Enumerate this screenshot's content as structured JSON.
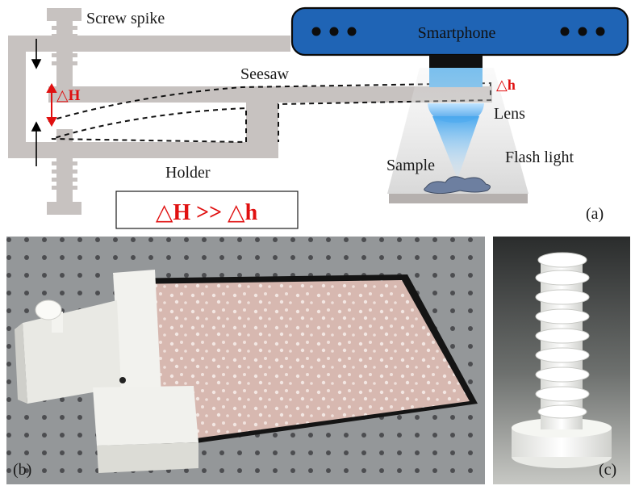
{
  "diagram": {
    "labels": {
      "screw_spike": "Screw spike",
      "seesaw": "Seesaw",
      "holder": "Holder",
      "smartphone": "Smartphone",
      "lens": "Lens",
      "flash_light": "Flash light",
      "sample": "Sample",
      "delta_H": "△H",
      "delta_h": "△h",
      "equation": "△H >> △h"
    },
    "panel_labels": {
      "a": "(a)",
      "b": "(b)",
      "c": "(c)"
    }
  },
  "colors": {
    "structure_gray": "#c7c2c0",
    "phone_blue": "#1f64b5",
    "highlight_red": "#e01010",
    "lens_blue": "#5fb6f0",
    "photo_table": "#9ea1a4"
  }
}
